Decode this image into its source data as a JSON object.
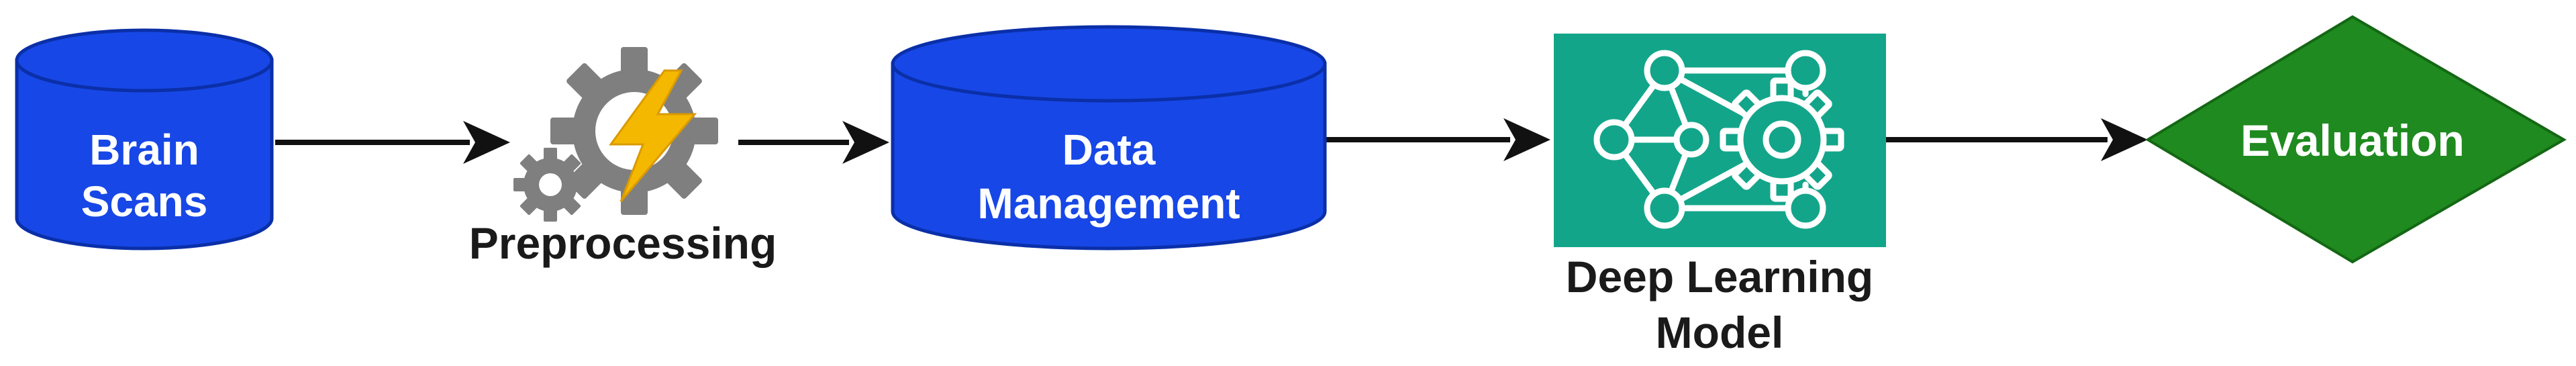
{
  "diagram": {
    "nodes": [
      {
        "id": "brain-scans",
        "shape": "cylinder",
        "label_lines": [
          "Brain",
          "Scans"
        ],
        "color": "#1747e6"
      },
      {
        "id": "preprocessing",
        "shape": "gears-icon",
        "label_lines": [
          "Preprocessing"
        ]
      },
      {
        "id": "data-management",
        "shape": "cylinder",
        "label_lines": [
          "Data",
          "Management"
        ],
        "color": "#1747e6"
      },
      {
        "id": "deep-learning-model",
        "shape": "neural-gear-icon",
        "label_lines": [
          "Deep Learning",
          "Model"
        ],
        "color": "#13a58a"
      },
      {
        "id": "evaluation",
        "shape": "diamond",
        "label_lines": [
          "Evaluation"
        ],
        "color": "#1f8a1f"
      }
    ],
    "edges": [
      {
        "from": "brain-scans",
        "to": "preprocessing"
      },
      {
        "from": "preprocessing",
        "to": "data-management"
      },
      {
        "from": "data-management",
        "to": "deep-learning-model"
      },
      {
        "from": "deep-learning-model",
        "to": "evaluation"
      }
    ],
    "colors": {
      "cylinder_stroke": "#0a2fa8",
      "gear_gray": "#7f7f7f",
      "bolt": "#f5b800",
      "arrow": "#111111"
    }
  }
}
